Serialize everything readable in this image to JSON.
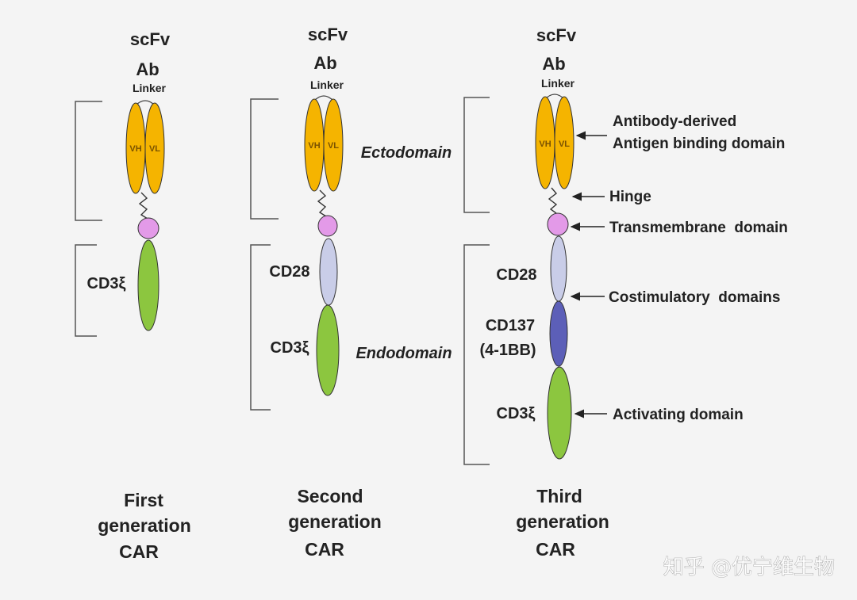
{
  "constructs": [
    {
      "scfv": "scFv",
      "ab": "Ab",
      "linker": "Linker",
      "vh": "VH",
      "vl": "VL",
      "domains": [
        "CD3ξ"
      ],
      "title": [
        "First",
        "generation",
        "CAR"
      ]
    },
    {
      "scfv": "scFv",
      "ab": "Ab",
      "linker": "Linker",
      "vh": "VH",
      "vl": "VL",
      "domains": [
        "CD28",
        "CD3ξ"
      ],
      "ectodomain": "Ectodomain",
      "endodomain": "Endodomain",
      "title": [
        "Second",
        "generation",
        "CAR"
      ]
    },
    {
      "scfv": "scFv",
      "ab": "Ab",
      "linker": "Linker",
      "vh": "VH",
      "vl": "VL",
      "domains": [
        "CD28",
        "CD137",
        "(4-1BB)",
        "CD3ξ"
      ],
      "title": [
        "Third",
        "generation",
        "CAR"
      ]
    }
  ],
  "annotations": {
    "antibody_line1": "Antibody-derived",
    "antibody_line2": "Antigen binding domain",
    "hinge": "Hinge",
    "transmembrane": "Transmembrane  domain",
    "costimulatory": "Costimulatory  domains",
    "activating": "Activating domain"
  },
  "colors": {
    "scfv": "#f5b400",
    "transmembrane": "#e39ae8",
    "cd3z": "#8cc63f",
    "cd28": "#c9cde8",
    "cd137": "#5c5fb8"
  },
  "watermark": "知乎 @优宁维生物"
}
